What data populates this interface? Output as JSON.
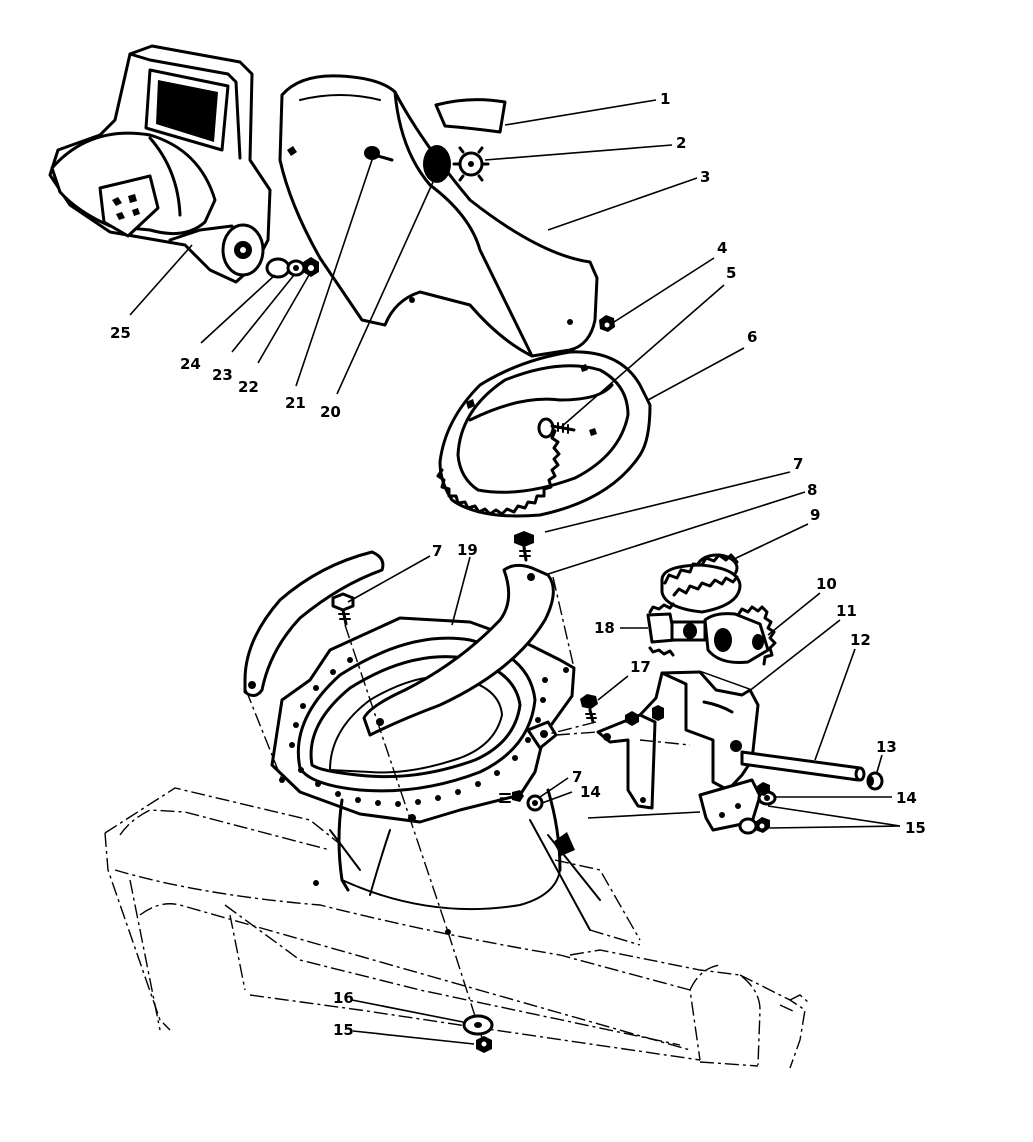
{
  "diagram": {
    "callouts": [
      "1",
      "2",
      "3",
      "4",
      "5",
      "6",
      "7",
      "8",
      "9",
      "10",
      "11",
      "12",
      "13",
      "14",
      "15",
      "16",
      "17",
      "18",
      "19",
      "20",
      "21",
      "22",
      "23",
      "24",
      "25",
      "7",
      "7",
      "14",
      "15"
    ]
  }
}
